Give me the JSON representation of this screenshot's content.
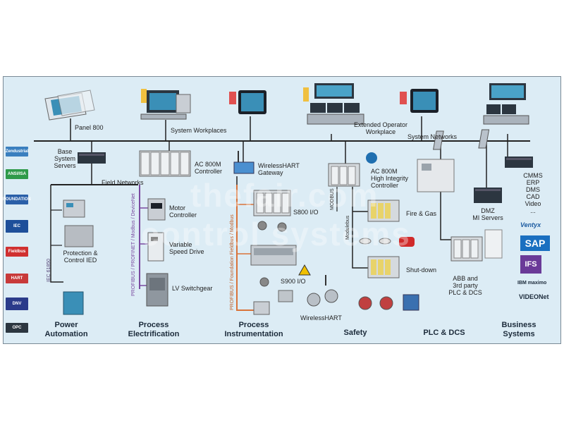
{
  "categories": {
    "power_automation": "Power\nAutomation",
    "process_electrification": "Process\nElectrification",
    "process_instrumentation": "Process\nInstrumentation",
    "safety": "Safety",
    "plc_dcs": "PLC & DCS",
    "business_systems": "Business\nSystems"
  },
  "labels": {
    "panel_800": "Panel 800",
    "system_workplaces": "System Workplaces",
    "extended_operator_workplace": "Extended Operator\nWorkplace",
    "system_networks": "System Networks",
    "base_system_servers": "Base\nSystem\nServers",
    "field_networks": "Field Networks",
    "ac800m_controller": "AC 800M\nController",
    "wirelesshart_gateway": "WirelessHART\nGateway",
    "ac800m_hi": "AC 800M\nHigh Integrity\nController",
    "motor_controller": "Motor\nController",
    "variable_speed_drive": "Variable\nSpeed Drive",
    "lv_switchgear": "LV Switchgear",
    "s800_io": "S800 I/O",
    "s900_io": "S900 I/O",
    "wirelesshart": "WirelessHART",
    "protection_control_ied": "Protection &\nControl IED",
    "fire_gas": "Fire & Gas",
    "shut_down": "Shut-down",
    "dmz_mi_servers": "DMZ\nMI Servers",
    "abb_3rd_party": "ABB and\n3rd party\nPLC & DCS",
    "business_list": "CMMS\nERP\nDMS\nCAD\nVideo\n..."
  },
  "vertical_labels": {
    "iec61850": "IEC 61850",
    "profibus_elec": "PROFIBUS / PROFINET / Modbus / DeviceNet",
    "profibus_instr": "PROFIBUS / Foundation Fieldbus / Modbus",
    "modbus": "MODBUS",
    "modulebus": "Modulebus"
  },
  "logos": [
    "Zendustrial",
    "ANSI/ISA",
    "FOUNDATION",
    "IEC",
    "Fieldbus",
    "HART",
    "DNV",
    "OPC"
  ],
  "brands": {
    "ventyx": "Ventyx",
    "sap": "SAP",
    "ifs": "IFS",
    "ibm_maximo": "IBM maximo",
    "videonet": "VIDEONet"
  },
  "watermark": [
    "thefair.com",
    "control systems"
  ],
  "colors": {
    "panel_bg": "#dcecf5",
    "network_line": "#222222",
    "profibus_elec": "#7a4aa0",
    "profibus_instr": "#d9733a",
    "device_body": "#c9ced4",
    "screen": "#3a8fb7"
  }
}
